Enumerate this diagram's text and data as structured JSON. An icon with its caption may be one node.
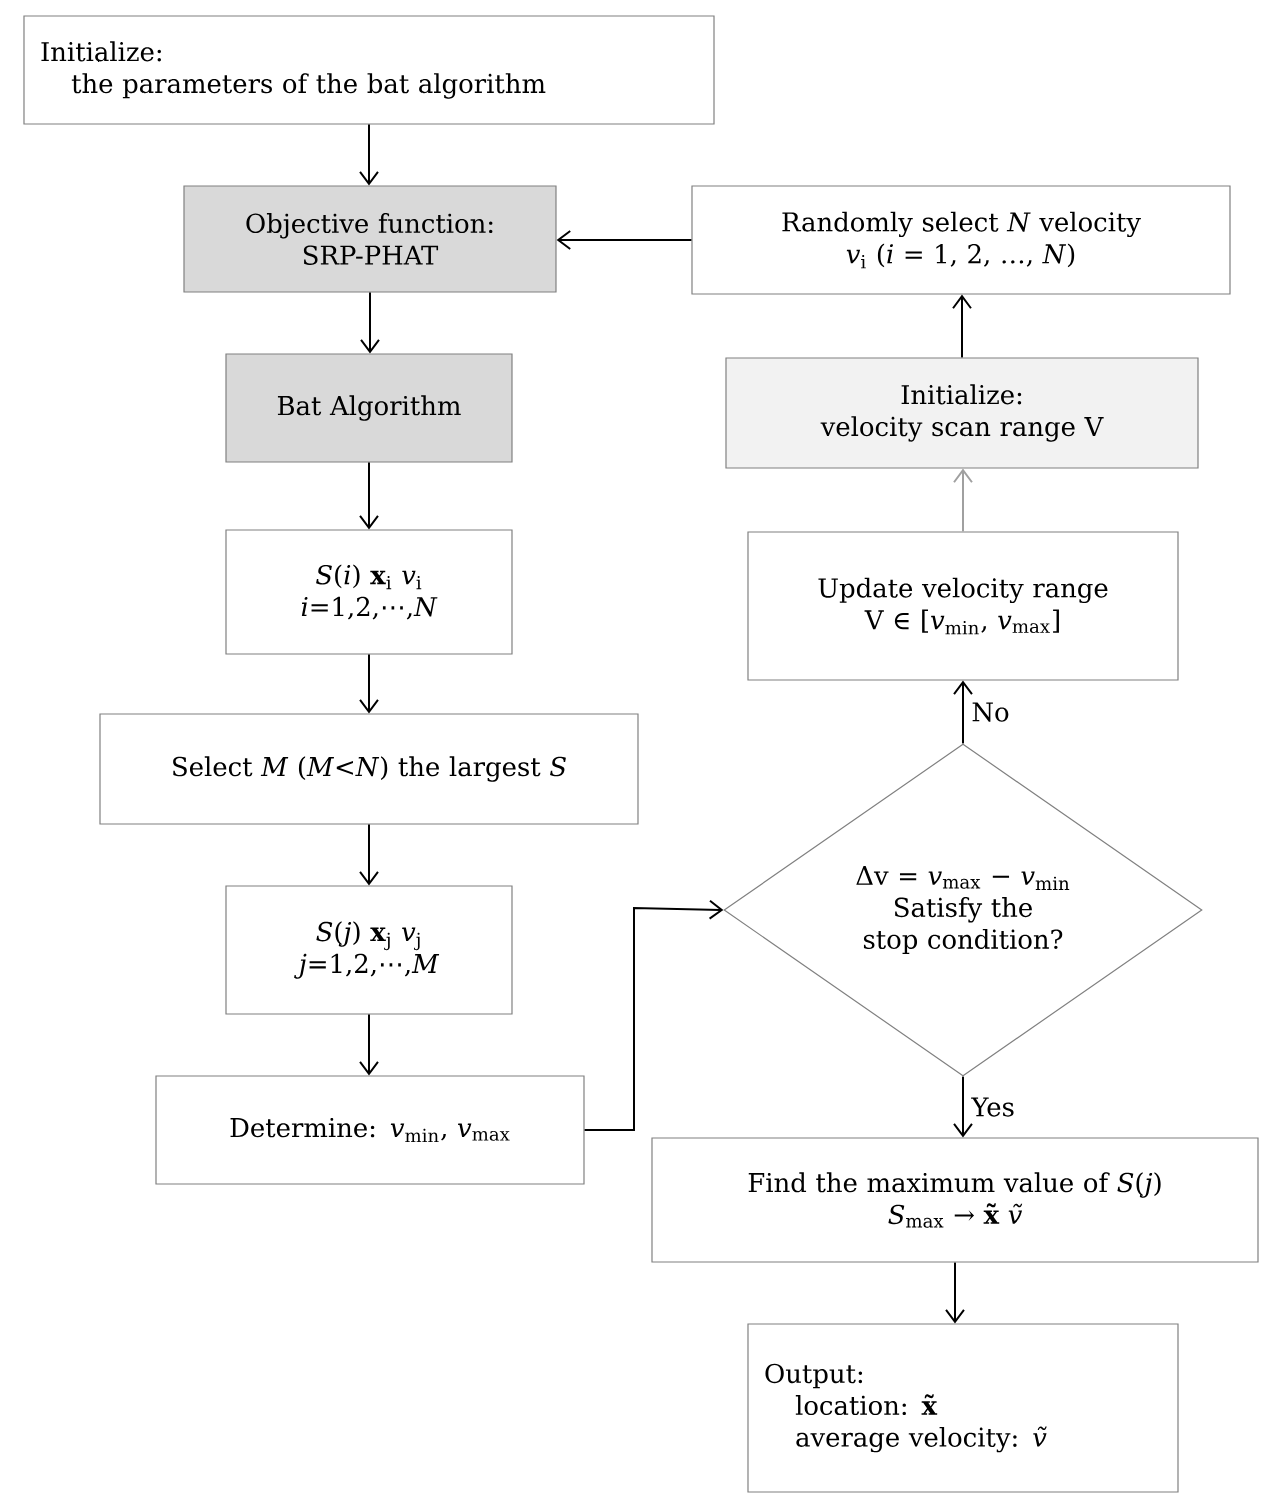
{
  "diagram": {
    "nodes": [
      {
        "text": [
          "Initialize:",
          "the parameters of the bat algorithm"
        ]
      },
      {
        "text": [
          "Objective function: SRP-PHAT"
        ]
      },
      {
        "text": [
          "Bat Algorithm"
        ]
      },
      {
        "text": [
          "*S*(*i*)  **x**$_{i}$  *v*$_{i}$",
          "*i*=1,2,⋯,*N*"
        ]
      },
      {
        "text": [
          "Select *M* (*M*<*N*) the largest *S*"
        ]
      },
      {
        "text": [
          "*S*(*j*)  **x**$_{j}$  *v*$_{j}$",
          "*j*=1,2,⋯,*M*"
        ]
      },
      {
        "text": [
          "Determine:  *v*$_{min}$, *v*$_{max}$"
        ]
      },
      {
        "text": [
          "Δv = *v*$_{max}$ − *v*$_{min}$",
          "Satisfy the stop condition?"
        ]
      },
      {
        "text": [
          "Update velocity range",
          "V ∈ [*v*$_{min}$, *v*$_{max}$]"
        ]
      },
      {
        "text": [
          "Initialize:",
          "velocity scan range V"
        ]
      },
      {
        "text": [
          "Randomly select *N* velocity",
          "*v*$_{i}$ (*i* = 1, 2, …, *N*)"
        ]
      },
      {
        "text": [
          "Find the maximum value of *S*(*j*)",
          "*S*$_{max}$ → **x̃**  *ṽ*"
        ]
      },
      {
        "text": [
          "Output:",
          "location:  **x̃**",
          "average velocity:  *ṽ*"
        ]
      }
    ],
    "edges": [
      {
        "from": 0,
        "to": 1,
        "arrow": "to"
      },
      {
        "from": 1,
        "to": 2,
        "arrow": "to"
      },
      {
        "from": 2,
        "to": 3,
        "arrow": "to"
      },
      {
        "from": 3,
        "to": 4,
        "arrow": "to"
      },
      {
        "from": 4,
        "to": 5,
        "arrow": "to"
      },
      {
        "from": 5,
        "to": 6,
        "arrow": "to"
      },
      {
        "from": 6,
        "to": 7,
        "arrow": "to"
      },
      {
        "from": 7,
        "to": 8,
        "arrow": "to",
        "label": "No"
      },
      {
        "from": 8,
        "to": 9,
        "arrow": "to",
        "color": "#a0a0a0"
      },
      {
        "from": 9,
        "to": 10,
        "arrow": "to"
      },
      {
        "from": 10,
        "to": 1,
        "arrow": "to"
      },
      {
        "from": 7,
        "to": 11,
        "arrow": "to",
        "label": "Yes"
      },
      {
        "from": 11,
        "to": 12,
        "arrow": "to"
      }
    ]
  }
}
